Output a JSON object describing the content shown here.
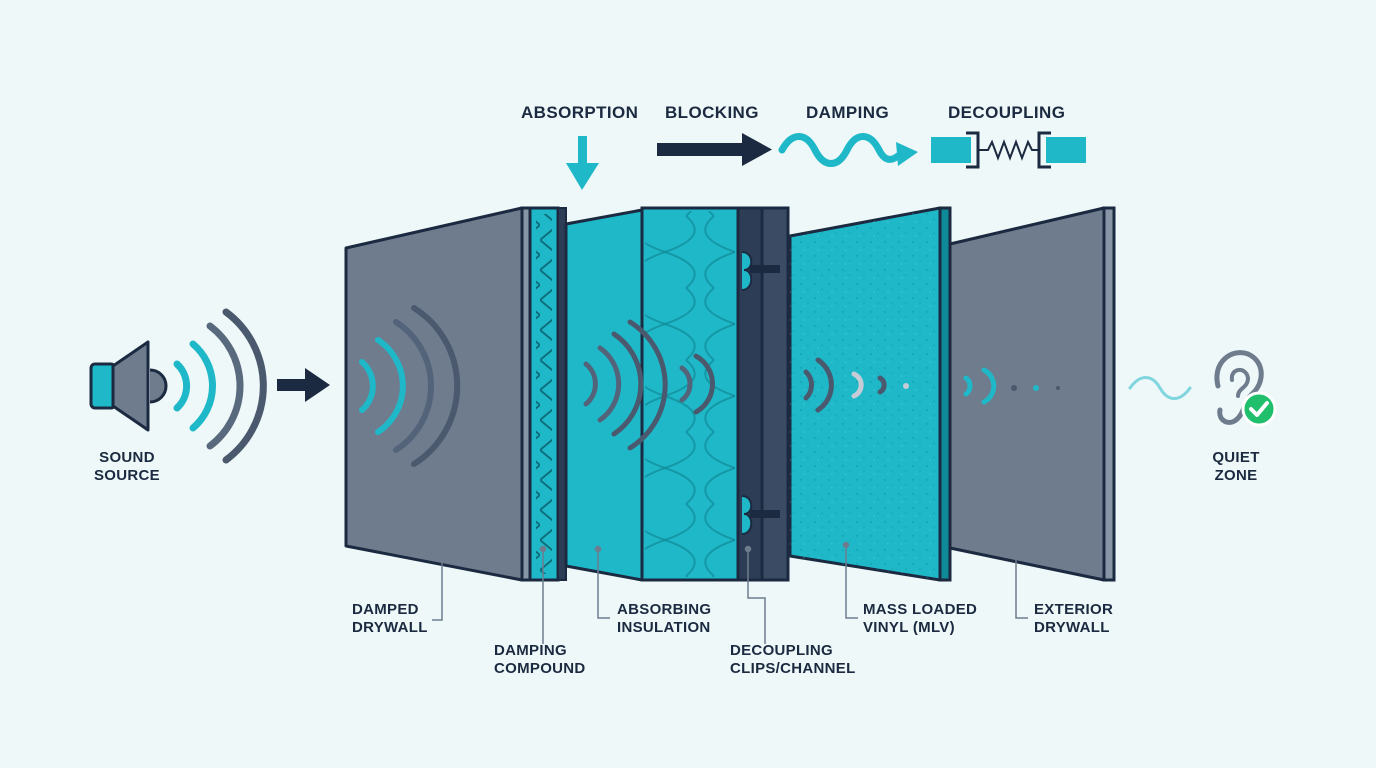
{
  "colors": {
    "navy": "#1b2a40",
    "teal": "#1fb8c8",
    "gray_panel": "#6e7c8e",
    "background": "#eef8f8",
    "check_green": "#1fbf6b"
  },
  "mechanisms": [
    {
      "label": "ABSORPTION",
      "icon": "down-arrow-icon"
    },
    {
      "label": "BLOCKING",
      "icon": "right-arrow-icon"
    },
    {
      "label": "DAMPING",
      "icon": "wave-arrow-icon"
    },
    {
      "label": "DECOUPLING",
      "icon": "spring-decoupler-icon"
    }
  ],
  "source": {
    "label": "SOUND\nSOURCE",
    "icon": "speaker-icon"
  },
  "destination": {
    "label": "QUIET\nZONE",
    "icon": "ear-check-icon"
  },
  "layers": [
    {
      "label": "DAMPED\nDRYWALL"
    },
    {
      "label": "DAMPING\nCOMPOUND"
    },
    {
      "label": "ABSORBING\nINSULATION"
    },
    {
      "label": "DECOUPLING\nCLIPS/CHANNEL"
    },
    {
      "label": "MASS LOADED\nVINYL (MLV)"
    },
    {
      "label": "EXTERIOR\nDRYWALL"
    }
  ]
}
